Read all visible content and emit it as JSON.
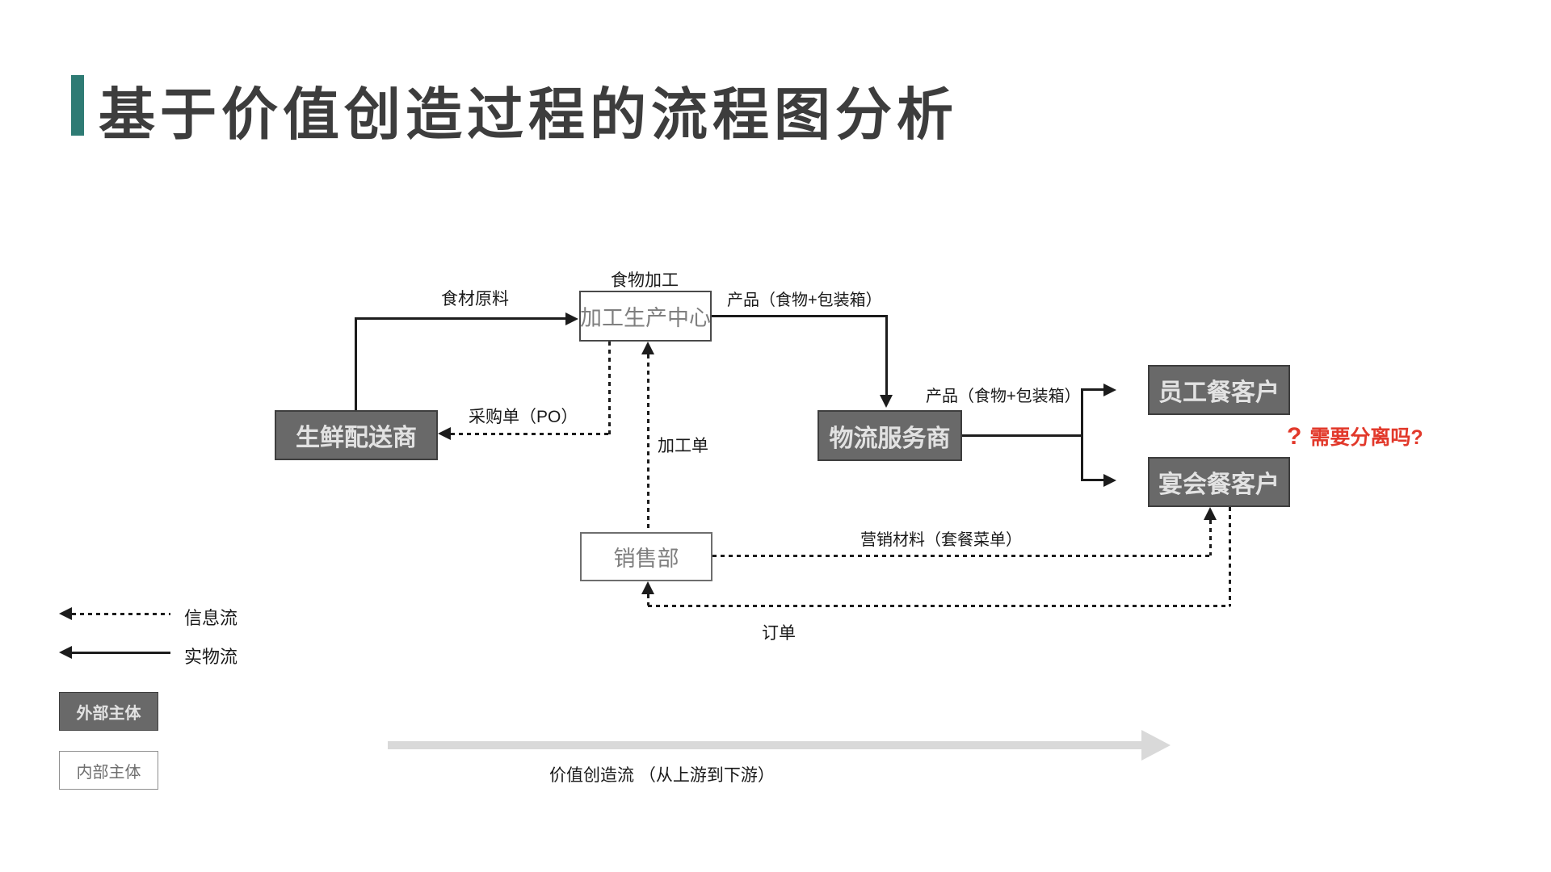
{
  "title": {
    "text": "基于价值创造过程的流程图分析"
  },
  "nodes": {
    "processing_center": "加工生产中心",
    "fresh_supplier": "生鲜配送商",
    "logistics_provider": "物流服务商",
    "staff_meal_customer": "员工餐客户",
    "banquet_meal_customer": "宴会餐客户",
    "sales_dept": "销售部"
  },
  "flow_labels": {
    "food_processing": "食物加工",
    "raw_ingredients": "食材原料",
    "product_top": "产品（食物+包装箱）",
    "product_right": "产品（食物+包装箱）",
    "purchase_order": "采购单（PO）",
    "processing_order": "加工单",
    "marketing_material": "营销材料（套餐菜单）",
    "order": "订单"
  },
  "annotation": {
    "question_mark": "?",
    "question_text": "需要分离吗?",
    "color": "#E2392B"
  },
  "legend": {
    "info_flow": "信息流",
    "physical_flow": "实物流",
    "external_entity": "外部主体",
    "internal_entity": "内部主体"
  },
  "value_stream": {
    "label": "价值创造流 （从上游到下游）"
  },
  "colors": {
    "accent_teal": "#2E7B74",
    "title_text": "#3D3D3D",
    "dark_box_fill": "#696969",
    "dark_box_text": "#E2E2E2",
    "light_box_text": "#7F7F7F",
    "line": "#1C1C1C",
    "annotation_red": "#E2392B",
    "stream_arrow_gray": "#D9D9D9"
  }
}
